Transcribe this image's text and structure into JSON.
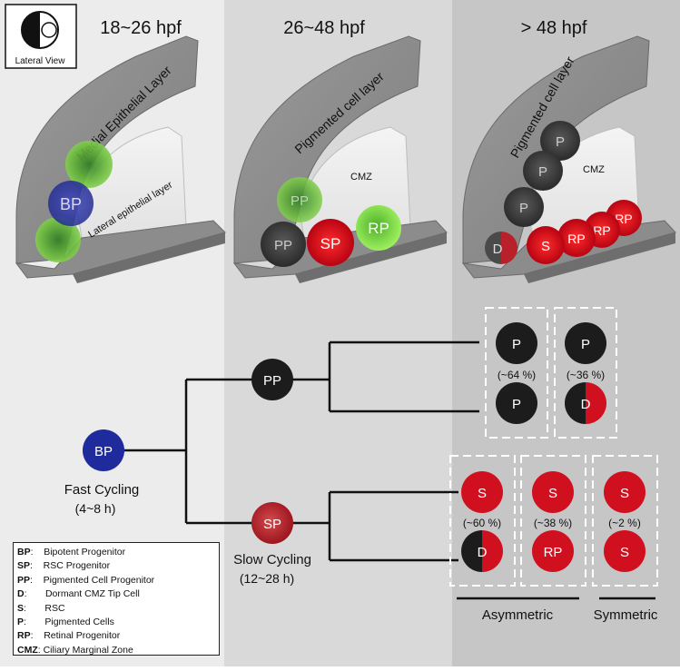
{
  "stages": [
    {
      "title": "18~26 hpf"
    },
    {
      "title": "26~48 hpf"
    },
    {
      "title": "> 48 hpf"
    }
  ],
  "inset": {
    "label": "Lateral View"
  },
  "layers": {
    "medial_epithelial": "Medial Epithelial Layer",
    "lateral_epithelial": "Lateral epithelial layer",
    "pigmented_1": "Pigmented cell layer",
    "pigmented_2": "Pigmented cell layer",
    "cmz_1": "CMZ",
    "cmz_2": "CMZ"
  },
  "cells": {
    "bp_top": "BP",
    "pp_faded": "PP",
    "pp_dark": "PP",
    "sp_top": "SP",
    "rp_green": "RP",
    "p1": "P",
    "p2": "P",
    "p3": "P",
    "d_top": "D",
    "s_top": "S",
    "rp1": "RP",
    "rp2": "RP",
    "rp3": "RP"
  },
  "tree": {
    "bp": "BP",
    "pp": "PP",
    "sp": "SP",
    "fast_cycling": "Fast Cycling",
    "fast_hours": "(4~8 h)",
    "slow_cycling": "Slow Cycling",
    "slow_hours": "(12~28 h)"
  },
  "outcomes": {
    "p_sym_top": "P",
    "p_sym_bottom": "P",
    "p_sym_pct": "(~64 %)",
    "p_asym_top": "P",
    "p_asym_bottom": "D",
    "p_asym_pct": "(~36 %)",
    "s_asym_d_top": "S",
    "s_asym_d_bottom": "D",
    "s_asym_d_pct": "(~60 %)",
    "s_asym_rp_top": "S",
    "s_asym_rp_bottom": "RP",
    "s_asym_rp_pct": "(~38 %)",
    "s_sym_top": "S",
    "s_sym_bottom": "S",
    "s_sym_pct": "(~2 %)"
  },
  "brackets": {
    "asymmetric": "Asymmetric",
    "symmetric": "Symmetric"
  },
  "legend": [
    {
      "abbr": "BP",
      "sep": ":",
      "desc": "Bipotent Progenitor"
    },
    {
      "abbr": "SP",
      "sep": ":",
      "desc": "RSC Progenitor"
    },
    {
      "abbr": "PP",
      "sep": ":",
      "desc": "Pigmented Cell Progenitor"
    },
    {
      "abbr": "D",
      "sep": ":",
      "desc": "Dormant CMZ Tip Cell"
    },
    {
      "abbr": "S",
      "sep": ":",
      "desc": "RSC"
    },
    {
      "abbr": "P",
      "sep": ":",
      "desc": "Pigmented Cells"
    },
    {
      "abbr": "RP",
      "sep": ":",
      "desc": "Retinal Progenitor"
    },
    {
      "abbr": "CMZ",
      "sep": ":",
      "desc": "Ciliary Marginal Zone"
    }
  ],
  "colors": {
    "panel1": "#ececec",
    "panel2": "#d9d9d9",
    "panel3": "#c6c6c6",
    "bp_blue": "#1f2a9c",
    "red": "#d0101e",
    "dark": "#1c1c1c",
    "green": "#6dc03a"
  }
}
